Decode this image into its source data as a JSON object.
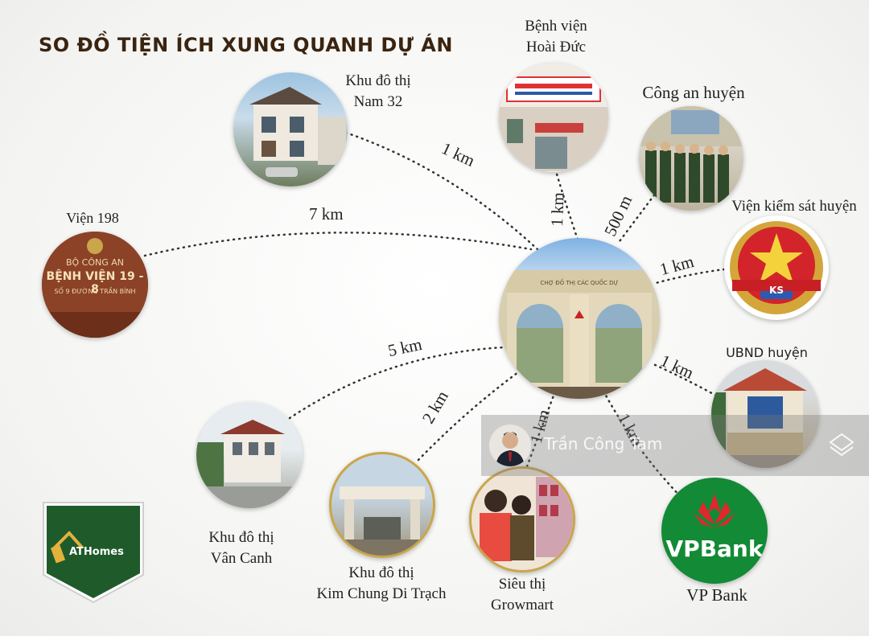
{
  "title": "SO ĐỒ TIỆN ÍCH XUNG QUANH DỰ ÁN",
  "center": {
    "gate_text": "CHỢ ĐỒ THỊ CÁC QUỐC DỰ"
  },
  "amenities": [
    {
      "id": "kdt-nam32",
      "name_lines": [
        "Khu đô thị",
        "Nam 32"
      ],
      "distance": "1 km"
    },
    {
      "id": "bv-hoai-duc",
      "name_lines": [
        "Bệnh viện",
        "Hoài Đức"
      ],
      "distance": "1 km"
    },
    {
      "id": "cong-an",
      "name_lines": [
        "Công an huyện"
      ],
      "distance": "500 m"
    },
    {
      "id": "vien-kiem-sat",
      "name_lines": [
        "Viện kiểm sát huyện"
      ],
      "distance": "1 km"
    },
    {
      "id": "ubnd",
      "name_lines": [
        "UBND huyện"
      ],
      "distance": "1 km"
    },
    {
      "id": "vpbank",
      "name_lines": [
        "VP Bank"
      ],
      "distance": "1 km"
    },
    {
      "id": "growmart",
      "name_lines": [
        "Siêu thị",
        "Growmart"
      ],
      "distance": "1 km"
    },
    {
      "id": "kim-chung",
      "name_lines": [
        "Khu đô thị",
        "Kim Chung Di Trạch"
      ],
      "distance": "2 km"
    },
    {
      "id": "van-canh",
      "name_lines": [
        "Khu đô thị",
        "Vân Canh"
      ],
      "distance": "5 km"
    },
    {
      "id": "vien-198",
      "name_lines": [
        "Viện 198"
      ],
      "distance": "7 km"
    }
  ],
  "images": {
    "vien198_sign_top": "BỘ CÔNG AN",
    "vien198_sign_main": "BỆNH VIỆN 19 - 8",
    "vien198_sign_sub": "SỐ 9 ĐƯỜNG TRẦN BÌNH",
    "kiem_sat_badge": "KS",
    "vpbank_text": "VPBank"
  },
  "watermark": {
    "name": "Trần Công Tam"
  },
  "logo": {
    "text": "ATHomes"
  },
  "colors": {
    "dots": "#333333",
    "gold": "#c9a64a",
    "vpbank_green": "#138a36",
    "vpbank_red": "#e3262c",
    "logo_green": "#1f5a2b"
  }
}
